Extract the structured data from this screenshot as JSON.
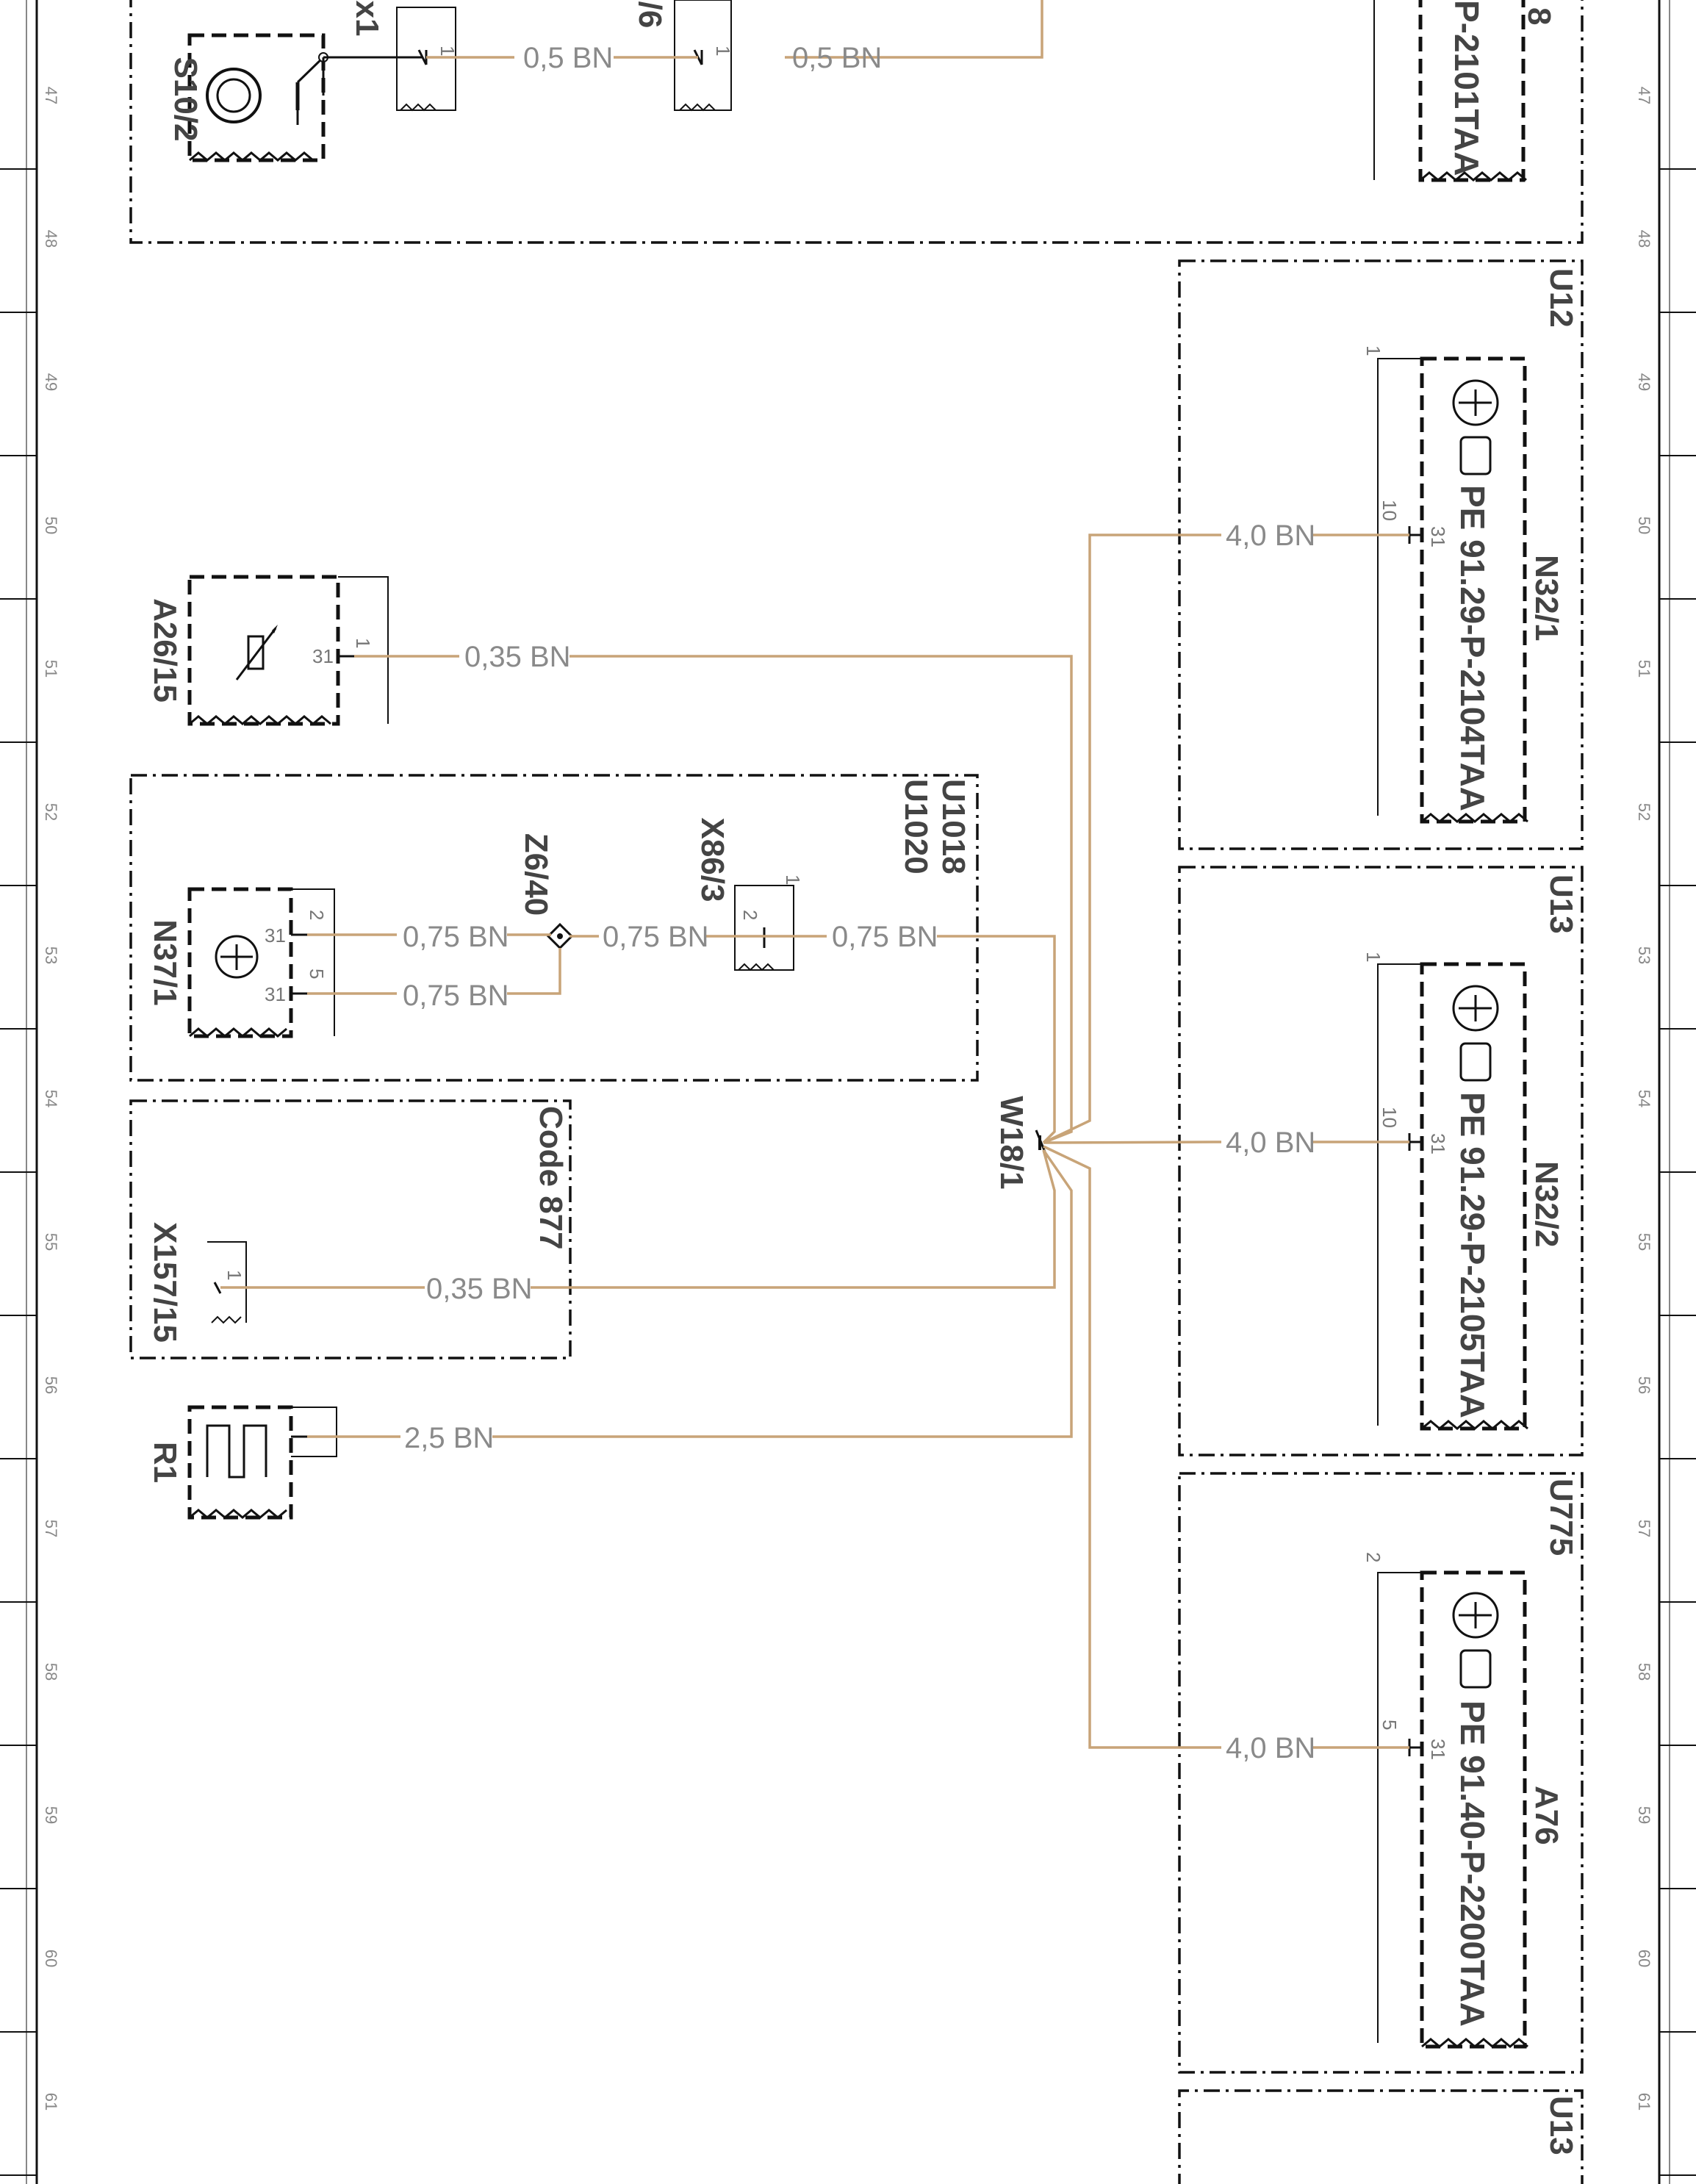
{
  "rail_numbers": [
    "47",
    "48",
    "49",
    "50",
    "51",
    "52",
    "53",
    "54",
    "55",
    "56",
    "57",
    "58",
    "59",
    "60",
    "61"
  ],
  "components": {
    "s10_2": "S10/2",
    "x1_top": "x1",
    "six_top": "/6",
    "x_top_right": "8",
    "doc_top": "P-2101TAA",
    "a26_15": "A26/15",
    "n37_1": "N37/1",
    "z6_40": "Z6/40",
    "x86_3": "X86/3",
    "u1018": "U1018",
    "u1020": "U1020",
    "code877": "Code 877",
    "x157_15": "X157/15",
    "r1": "R1",
    "w18_1": "W18/1",
    "u12": "U12",
    "u13a": "U13",
    "u775": "U775",
    "u13b": "U13",
    "n32_1": "N32/1",
    "n32_2": "N32/2",
    "a76": "A76",
    "doc_n32_1": "PE 91.29-P-2104TAA",
    "doc_n32_2": "PE 91.29-P-2105TAA",
    "doc_a76": "PE 91.40-P-2200TAA"
  },
  "wires": {
    "top_left": "0,5 BN",
    "top_right": "0,5 BN",
    "a26": "0,35 BN",
    "n37_upper": "0,75 BN",
    "n37_lower": "0,75 BN",
    "z6_to_x86": "0,75 BN",
    "x86_out": "0,75 BN",
    "x157": "0,35 BN",
    "r1": "2,5 BN",
    "n32_1": "4,0 BN",
    "n32_2": "4,0 BN",
    "a76": "4,0 BN"
  },
  "pins": {
    "p1": "1",
    "p31": "31",
    "p2": "2",
    "p5": "5",
    "p10": "10"
  },
  "colors": {
    "wire": "#c8a478",
    "line": "#111111"
  }
}
